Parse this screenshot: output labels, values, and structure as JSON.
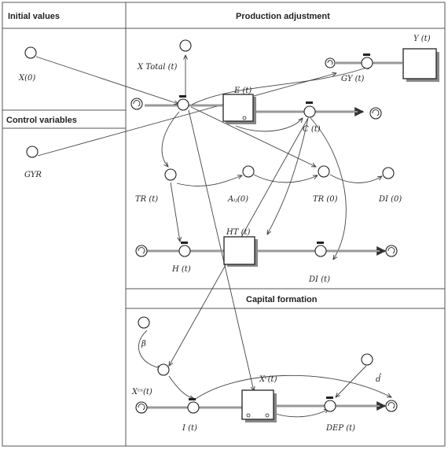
{
  "sections": {
    "initial_values": "Initial values",
    "production_adjustment": "Production adjustment",
    "control_variables": "Control variables",
    "capital_formation": "Capital formation"
  },
  "stocks": {
    "E": "E (t)",
    "Y": "Y (t)",
    "HT": "HT (t)",
    "Xc": "Xᶜ(t)"
  },
  "flows": {
    "C": "C (t)",
    "GY": "GY (t)",
    "H": "H (t)",
    "DI_t": "DI (t)",
    "I": "I (t)",
    "DEP": "DEP (t)"
  },
  "auxiliaries": {
    "X0": "X(0)",
    "GYR": "GYR",
    "X_total": "X Total (t)",
    "TR_t": "TR (t)",
    "Aij0": "Aᵢⱼ(0)",
    "TR0": "TR (0)",
    "DI0": "DI (0)",
    "beta": "β",
    "Xcs": "Xᶜˢ(t)",
    "dhat": "d̂"
  }
}
